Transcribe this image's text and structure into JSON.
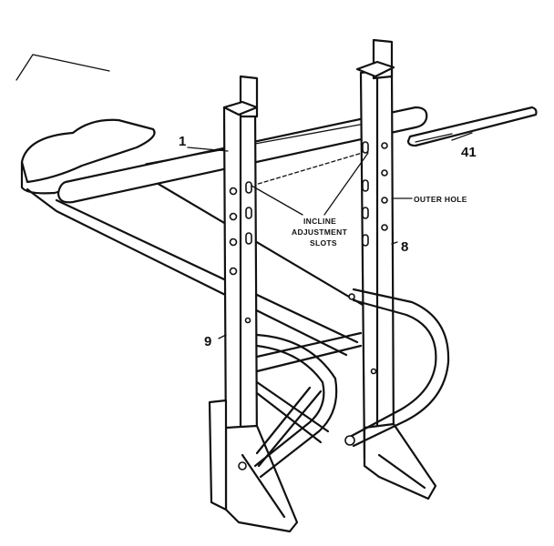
{
  "labels": {
    "part_1": "1",
    "part_41": "41",
    "part_8": "8",
    "part_9": "9",
    "outer_hole": "OUTER HOLE",
    "incline_line1": "INCLINE",
    "incline_line2": "ADJUSTMENT",
    "incline_line3": "SLOTS"
  }
}
